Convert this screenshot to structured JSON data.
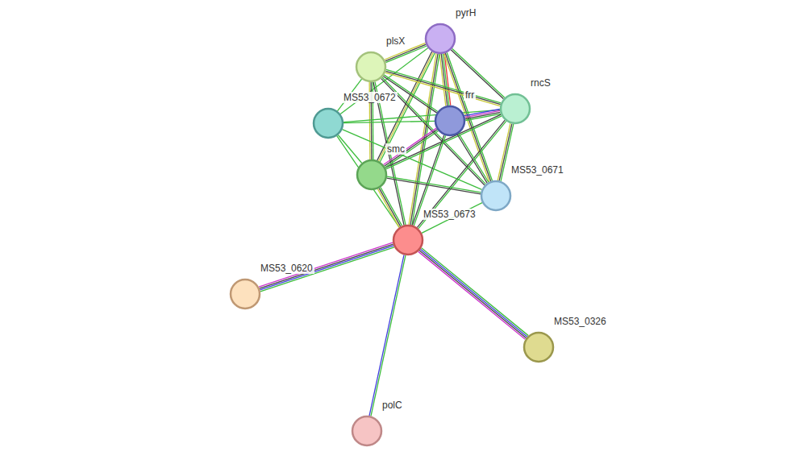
{
  "diagram": {
    "nodes": [
      {
        "text": [
          "pyrH"
        ]
      },
      {
        "text": [
          "plsX"
        ]
      },
      {
        "text": [
          "rncS"
        ]
      },
      {
        "text": [
          "MS53_0672"
        ]
      },
      {
        "text": [
          "frr"
        ]
      },
      {
        "text": [
          "smc"
        ]
      },
      {
        "text": [
          "MS53_0671"
        ]
      },
      {
        "text": [
          "MS53_0673"
        ]
      },
      {
        "text": [
          "MS53_0620"
        ]
      },
      {
        "text": [
          "MS53_0326"
        ]
      },
      {
        "text": [
          "polC"
        ]
      }
    ],
    "edges": [
      {
        "from": 0,
        "to": 1,
        "arrow": "none"
      },
      {
        "from": 0,
        "to": 2,
        "arrow": "none"
      },
      {
        "from": 0,
        "to": 4,
        "arrow": "none"
      },
      {
        "from": 0,
        "to": 5,
        "arrow": "none"
      },
      {
        "from": 0,
        "to": 6,
        "arrow": "none"
      },
      {
        "from": 0,
        "to": 7,
        "arrow": "none"
      },
      {
        "from": 0,
        "to": 3,
        "arrow": "none"
      },
      {
        "from": 1,
        "to": 2,
        "arrow": "none"
      },
      {
        "from": 1,
        "to": 3,
        "arrow": "none"
      },
      {
        "from": 1,
        "to": 4,
        "arrow": "none"
      },
      {
        "from": 1,
        "to": 5,
        "arrow": "none"
      },
      {
        "from": 1,
        "to": 6,
        "arrow": "none"
      },
      {
        "from": 1,
        "to": 7,
        "arrow": "none"
      },
      {
        "from": 2,
        "to": 3,
        "arrow": "none"
      },
      {
        "from": 2,
        "to": 4,
        "arrow": "none"
      },
      {
        "from": 2,
        "to": 5,
        "arrow": "none"
      },
      {
        "from": 2,
        "to": 6,
        "arrow": "none"
      },
      {
        "from": 2,
        "to": 7,
        "arrow": "none"
      },
      {
        "from": 3,
        "to": 4,
        "arrow": "none"
      },
      {
        "from": 3,
        "to": 5,
        "arrow": "none"
      },
      {
        "from": 3,
        "to": 7,
        "arrow": "none"
      },
      {
        "from": 3,
        "to": 6,
        "arrow": "none"
      },
      {
        "from": 4,
        "to": 5,
        "arrow": "none"
      },
      {
        "from": 4,
        "to": 6,
        "arrow": "none"
      },
      {
        "from": 4,
        "to": 7,
        "arrow": "none"
      },
      {
        "from": 5,
        "to": 6,
        "arrow": "none"
      },
      {
        "from": 5,
        "to": 7,
        "arrow": "none"
      },
      {
        "from": 6,
        "to": 7,
        "arrow": "none"
      },
      {
        "from": 7,
        "to": 8,
        "arrow": "none"
      },
      {
        "from": 7,
        "to": 9,
        "arrow": "none"
      },
      {
        "from": 7,
        "to": 10,
        "arrow": "none"
      }
    ]
  }
}
